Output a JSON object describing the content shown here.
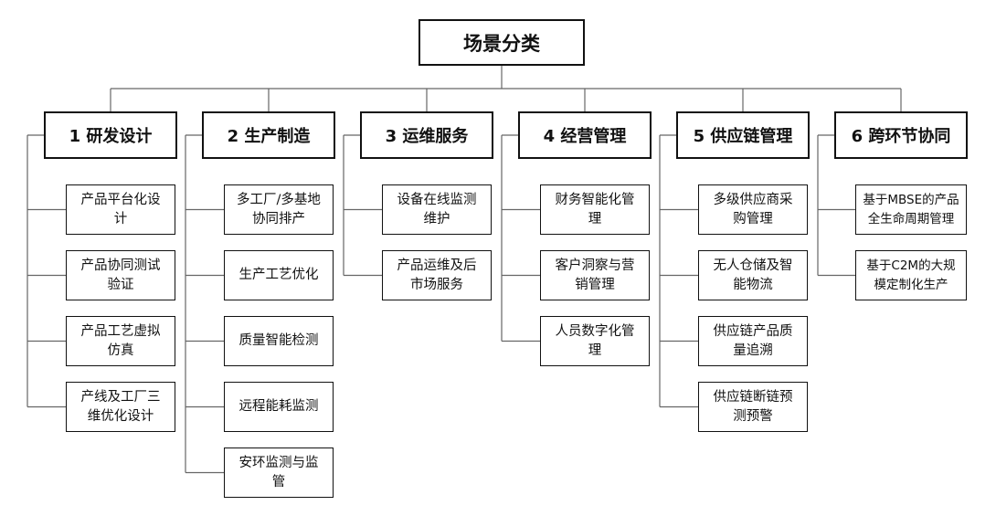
{
  "root": {
    "label": "场景分类"
  },
  "categories": [
    {
      "label": "1 研发设计",
      "items": [
        "产品平台化设\n计",
        "产品协同测试\n验证",
        "产品工艺虚拟\n仿真",
        "产线及工厂三\n维优化设计"
      ]
    },
    {
      "label": "2 生产制造",
      "items": [
        "多工厂/多基地\n协同排产",
        "生产工艺优化",
        "质量智能检测",
        "远程能耗监测",
        "安环监测与监\n管"
      ]
    },
    {
      "label": "3 运维服务",
      "items": [
        "设备在线监测\n维护",
        "产品运维及后\n市场服务"
      ]
    },
    {
      "label": "4 经营管理",
      "items": [
        "财务智能化管\n理",
        "客户洞察与营\n销管理",
        "人员数字化管\n理"
      ]
    },
    {
      "label": "5 供应链管理",
      "items": [
        "多级供应商采\n购管理",
        "无人仓储及智\n能物流",
        "供应链产品质\n量追溯",
        "供应链断链预\n测预警"
      ]
    },
    {
      "label": "6 跨环节协同",
      "items": [
        "基于MBSE的产品\n全生命周期管理",
        "基于C2M的大规\n模定制化生产"
      ]
    }
  ]
}
